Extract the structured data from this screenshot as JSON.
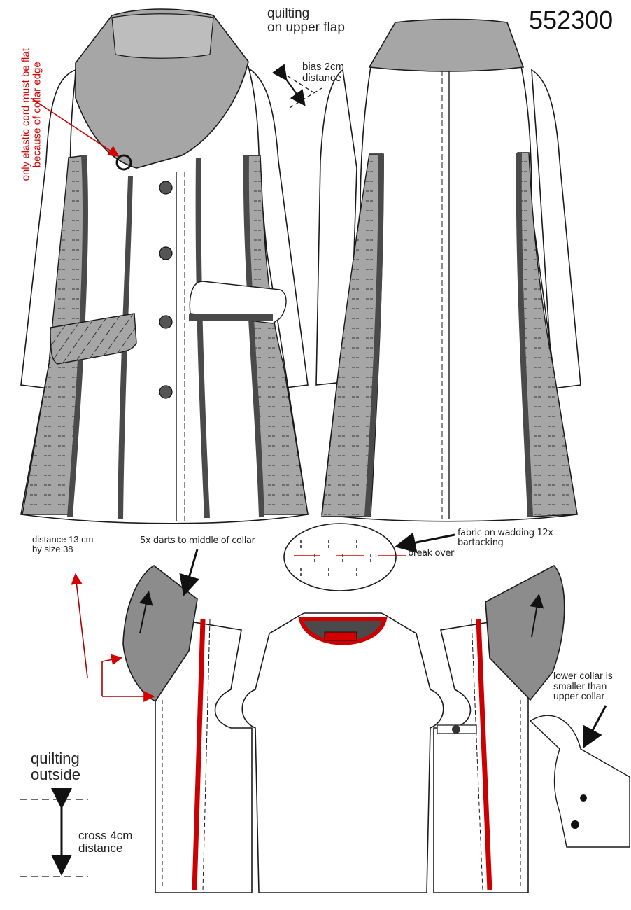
{
  "colors": {
    "outline": "#1a1a1a",
    "quilted_gray": "#a6a6a6",
    "dark_gray": "#4a4a4a",
    "collar_gray": "#8c8c8c",
    "accent_red": "#d40000",
    "garment_white": "#ffffff"
  },
  "header": {
    "style_number": "552300"
  },
  "annotations": {
    "quilting_flap": "quilting\non upper flap",
    "bias": "bias 2cm\ndistance",
    "elastic": "only elastic cord must be flat\nbecause of collar edge",
    "distance_size": "distance 13 cm\nby size 38",
    "darts": "5x darts to middle of collar",
    "fabric_wadding": "fabric on wadding 12x\nbartacking",
    "break_over": "break over",
    "lower_collar": "lower collar is\nsmaller than\nupper collar",
    "quilting_outside": "quilting\noutside",
    "cross_distance": "cross 4cm\ndistance"
  },
  "icons": {
    "arrow_red": "red-arrow-icon",
    "arrow_black": "black-arrow-icon",
    "button": "button-icon"
  }
}
